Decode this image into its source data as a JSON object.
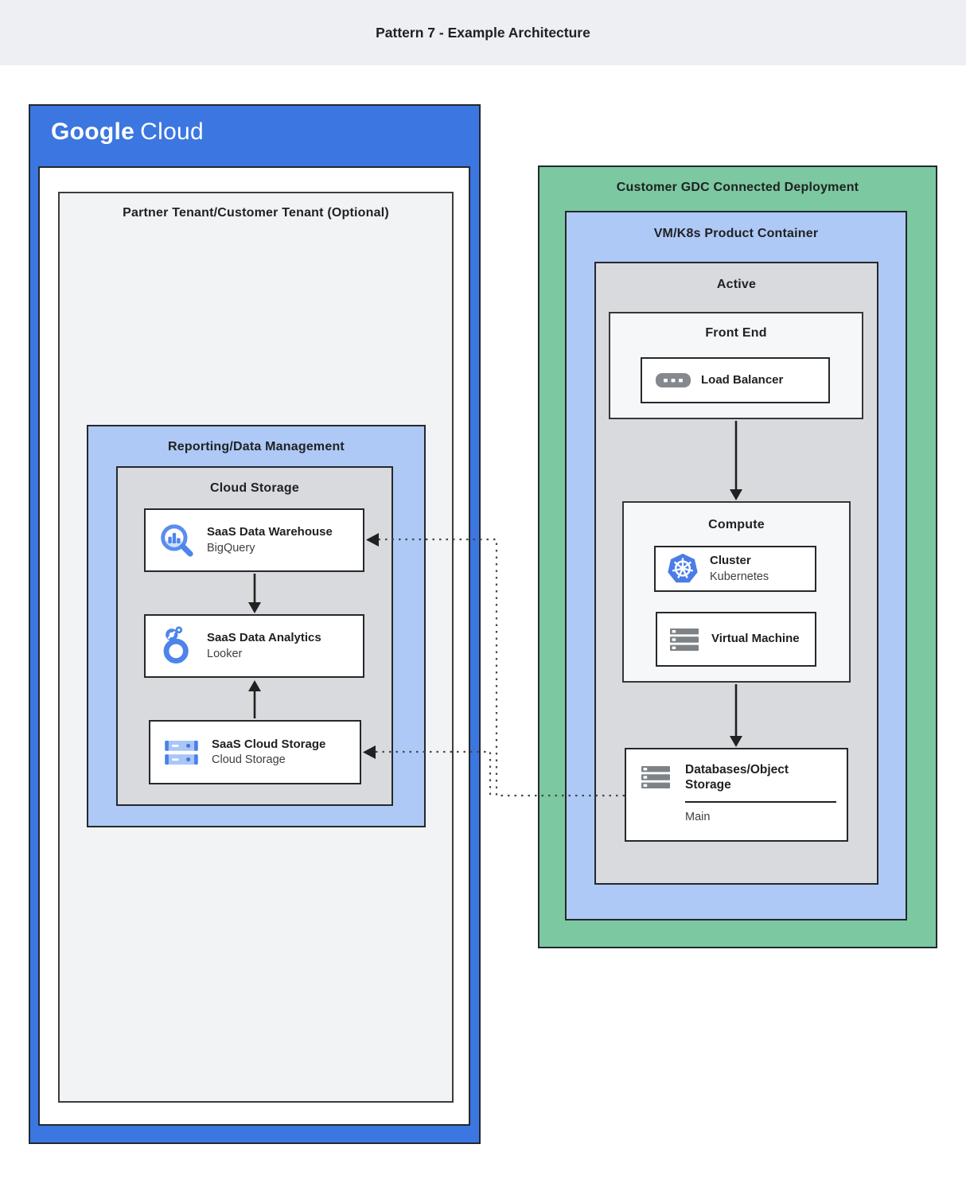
{
  "header": {
    "title": "Pattern 7 - Example Architecture"
  },
  "google_cloud": {
    "logo_google": "Google",
    "logo_cloud": "Cloud",
    "partner_tenant_title": "Partner Tenant/Customer Tenant (Optional)",
    "reporting_title": "Reporting/Data Management",
    "storage_group_title": "Cloud Storage",
    "warehouse": {
      "title": "SaaS Data Warehouse",
      "subtitle": "BigQuery"
    },
    "analytics": {
      "title": "SaaS Data Analytics",
      "subtitle": "Looker"
    },
    "storage": {
      "title": "SaaS Cloud Storage",
      "subtitle": "Cloud Storage"
    }
  },
  "gdc": {
    "title": "Customer GDC Connected Deployment",
    "container_title": "VM/K8s Product Container",
    "active_title": "Active",
    "front_end_title": "Front End",
    "load_balancer_label": "Load Balancer",
    "compute_title": "Compute",
    "cluster": {
      "title": "Cluster",
      "subtitle": "Kubernetes"
    },
    "vm_title": "Virtual Machine",
    "databases": {
      "title": "Databases/Object Storage",
      "label": "Main"
    }
  },
  "icons": {
    "bigquery": "bigquery-icon",
    "looker": "looker-icon",
    "cloud_storage": "cloud-storage-icon",
    "load_balancer": "load-balancer-icon",
    "kubernetes": "kubernetes-icon",
    "virtual_machine": "virtual-machine-icon",
    "databases": "database-storage-icon"
  },
  "colors": {
    "google_blue": "#3b76e1",
    "light_blue": "#aec9f6",
    "green": "#7cc8a1",
    "panel_gray": "#d8dadd",
    "panel_light": "#f1f3f4",
    "panel_lighter": "#f6f7f8",
    "icon_blue": "#4e85ec",
    "icon_gray": "#7d8287",
    "border_dark": "#25282c"
  }
}
